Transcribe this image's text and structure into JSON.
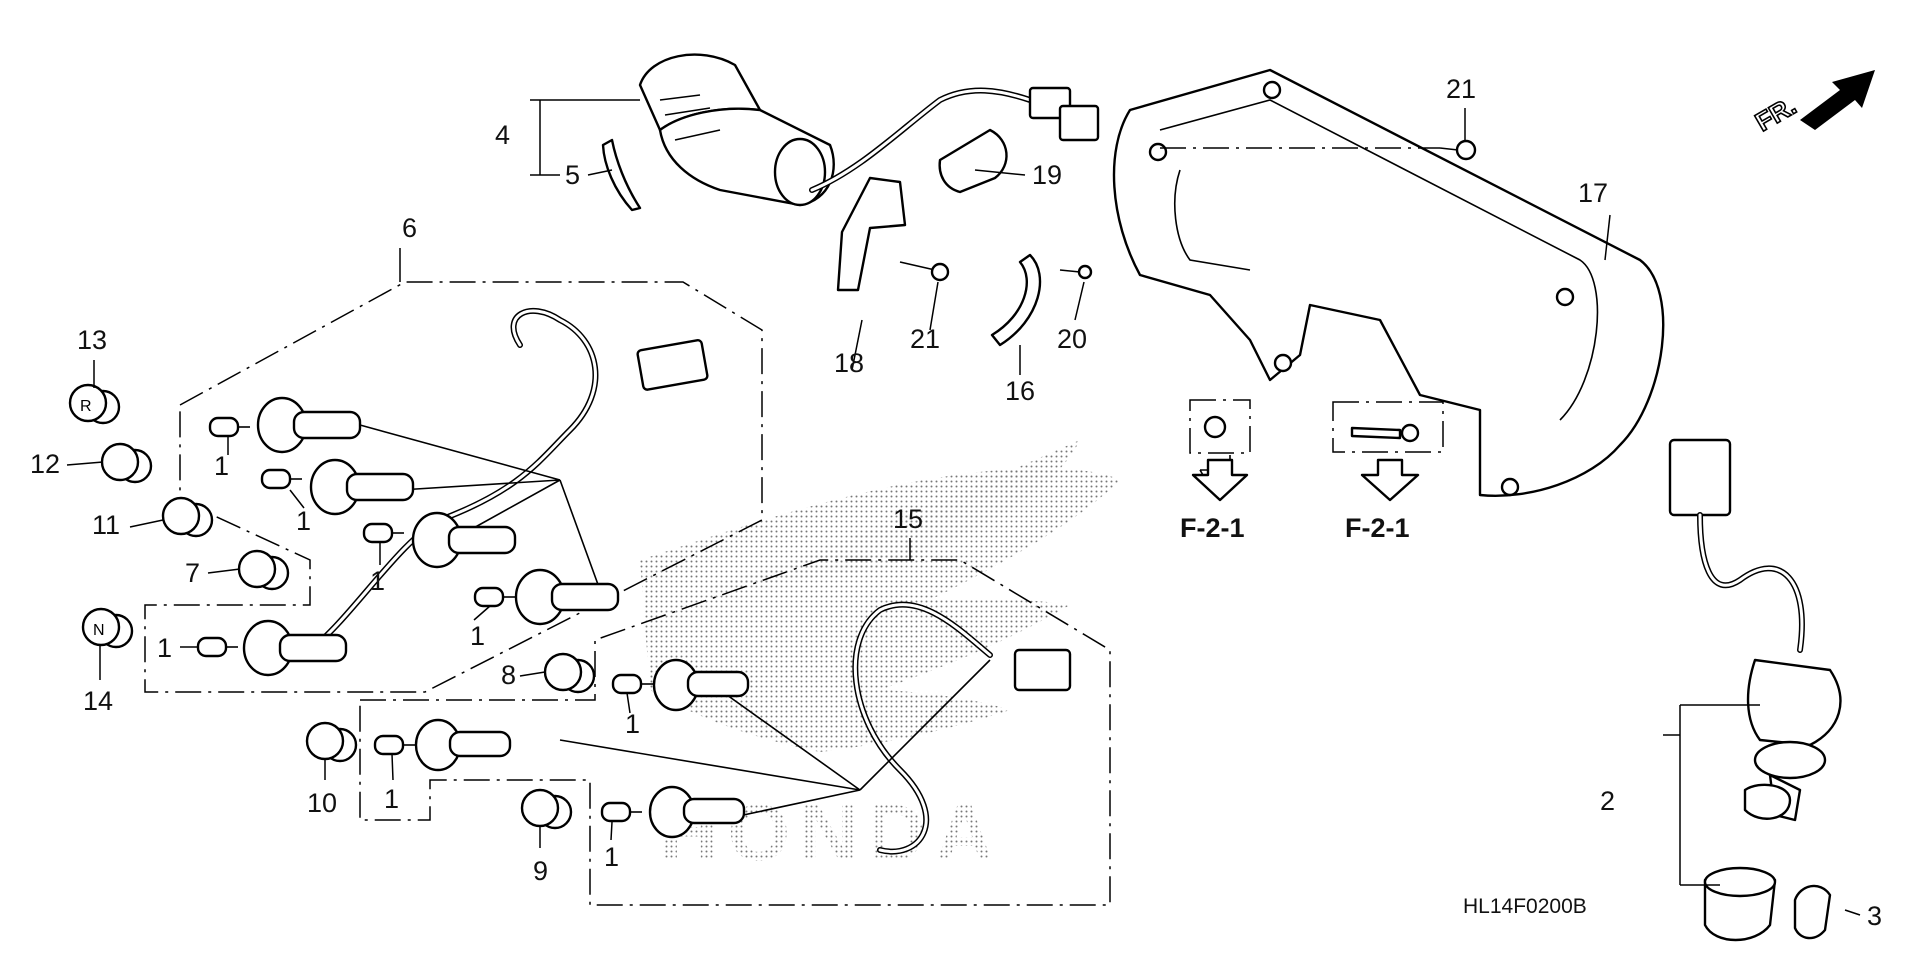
{
  "diagram": {
    "drawing_code": "HL14F0200B",
    "front_arrow_label": "FR.",
    "references": [
      "F-2-1",
      "F-2-1"
    ],
    "callouts": {
      "c1a": "1",
      "c1b": "1",
      "c1c": "1",
      "c1d": "1",
      "c1e": "1",
      "c1f": "1",
      "c1g": "1",
      "c1h": "1",
      "c2": "2",
      "c3": "3",
      "c4": "4",
      "c5": "5",
      "c6": "6",
      "c7": "7",
      "c8": "8",
      "c9": "9",
      "c10": "10",
      "c11": "11",
      "c12": "12",
      "c13": "13",
      "c14": "14",
      "c15": "15",
      "c16": "16",
      "c17": "17",
      "c18": "18",
      "c19": "19",
      "c20": "20",
      "c21a": "21",
      "c21b": "21"
    },
    "knob_letters": {
      "r": "R",
      "n": "N"
    }
  }
}
